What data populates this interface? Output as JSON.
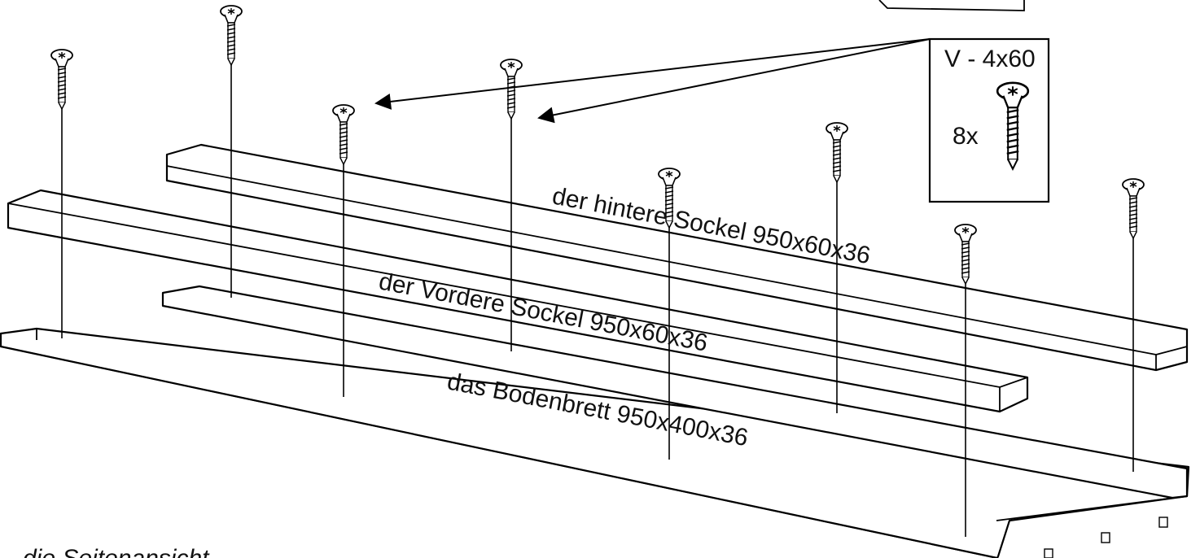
{
  "labels": {
    "rear_plinth": "der hintere Sockel 950x60x36",
    "front_plinth": "der Vordere Sockel 950x60x36",
    "base_board": "das Bodenbrett 950x400x36",
    "side_view": "die Seitenansicht"
  },
  "legend": {
    "screw_type": "V - 4x60",
    "quantity": "8x"
  },
  "icons": {
    "screw": "screw-icon",
    "arrow": "arrow-icon"
  },
  "colors": {
    "line": "#000000",
    "background": "#ffffff"
  }
}
